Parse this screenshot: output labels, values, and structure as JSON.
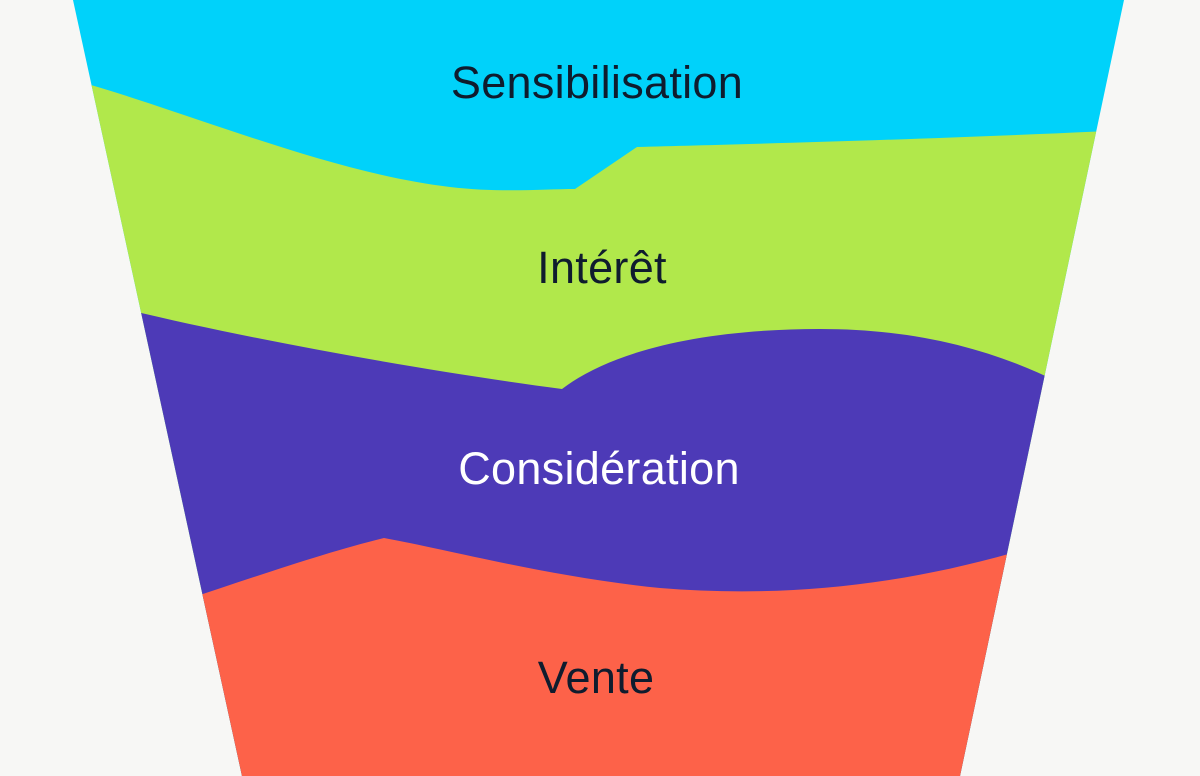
{
  "background_color": "#f7f7f5",
  "diagram": {
    "type": "funnel",
    "orientation": "top-wide-bottom-narrow",
    "stages": [
      {
        "label": "Sensibilisation",
        "color": "#00d2fa",
        "text_color": "#0f1c2e"
      },
      {
        "label": "Intérêt",
        "color": "#b1e84b",
        "text_color": "#0f1c2e"
      },
      {
        "label": "Considération",
        "color": "#4d3ab7",
        "text_color": "#ffffff"
      },
      {
        "label": "Vente",
        "color": "#fd6249",
        "text_color": "#0f1c2e"
      }
    ]
  }
}
